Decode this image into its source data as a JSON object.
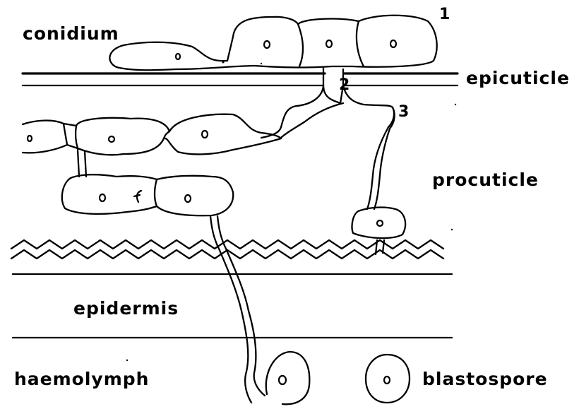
{
  "labels": {
    "conidium": "conidium",
    "epicuticle": "epicuticle",
    "procuticle": "procuticle",
    "epidermis": "epidermis",
    "haemolymph": "haemolymph",
    "blastospore": "blastospore"
  },
  "stage_numbers": {
    "one": "1",
    "two": "2",
    "three": "3"
  }
}
